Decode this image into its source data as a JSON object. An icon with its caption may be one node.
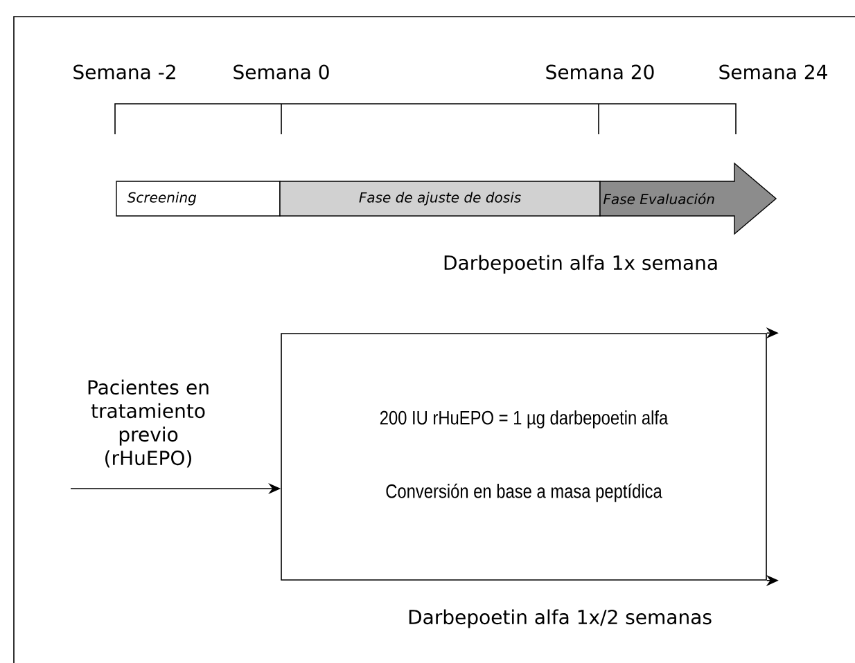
{
  "diagram": {
    "nodes": [
      {
        "text": [
          "Screening"
        ]
      },
      {
        "text": [
          "Fase de ajuste de dosis"
        ]
      },
      {
        "text": [
          "Fase Evaluación"
        ]
      },
      {
        "text": [
          "Pacientes en tratamiento previo (rHuEPO)"
        ]
      },
      {
        "text": [
          "200 IU rHuEPO = 1 µg darbepoetin alfa",
          "Conversión en base a masa peptídica"
        ]
      }
    ],
    "edges": [
      {
        "from": 3,
        "to": 4,
        "arrow": "to"
      },
      {
        "from": 4,
        "to": null,
        "arrow": "to"
      },
      {
        "from": 4,
        "to": null,
        "arrow": "to"
      }
    ],
    "labels": [
      "Semana -2",
      "Semana 0",
      "Semana 20",
      "Semana 24",
      "Darbepoetin alfa 1x semana",
      "Darbepoetin alfa 1x/2 semanas"
    ]
  }
}
